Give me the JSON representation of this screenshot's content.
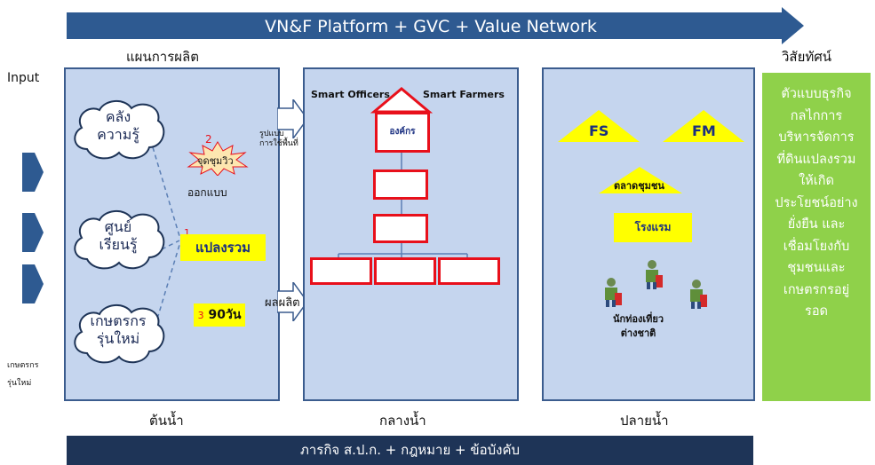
{
  "header": {
    "title": "VN&F Platform + GVC + Value Network"
  },
  "labels": {
    "input": "Input",
    "plan": "แผนการผลิต",
    "vision": "วิสัยทัศน์",
    "upstream": "ต้นน้ำ",
    "midstream": "กลางน้ำ",
    "downstream": "ปลายน้ำ",
    "new_farmers_side": "เกษตรกร\nรุ่นใหม่"
  },
  "upstream": {
    "clouds": [
      "คลัง\nความรู้",
      "ศูนย์\nเรียนรู้",
      "เกษตรกร\nรุ่นใหม่"
    ],
    "burst_number": "2",
    "burst_text": "จุดชุมวิว",
    "design": "ออกแบบ",
    "plot_number": "1",
    "plot_label": "แปลงรวม",
    "days_number": "3",
    "days_label": "90วัน"
  },
  "arrows": {
    "top": "รูปแบบ\nการใช้พื้นที่",
    "bottom": "ผลผลิต"
  },
  "midstream": {
    "officers": "Smart Officers",
    "farmers": "Smart Farmers",
    "org": "องค์กร"
  },
  "downstream": {
    "fs": "FS",
    "fm": "FM",
    "market": "ตลาดชุมชน",
    "hotel": "โรงแรม",
    "tourists": "นักท่องเที่ยว\nต่างชาติ"
  },
  "vision_text": "ตัวแบบธุรกิจ\nกลไกการ\nบริหารจัดการ\nที่ดินแปลงรวม\nให้เกิด\nประโยชน์อย่าง\nยั่งยืน และ\nเชื่อมโยงกับ\nชุมชนและ\nเกษตรกรอยู่\nรอด",
  "footer": {
    "text": "ภารกิจ ส.ป.ก. + กฎหมาย + ข้อบังคับ"
  },
  "colors": {
    "header_arrow": "#2e5a91",
    "panel": "#c5d5ee",
    "panel_border": "#3b5c8e",
    "vision_bg": "#8fd14a",
    "footer_bg": "#1e3457",
    "org_border": "#e8101b",
    "highlight": "#ffff00"
  }
}
